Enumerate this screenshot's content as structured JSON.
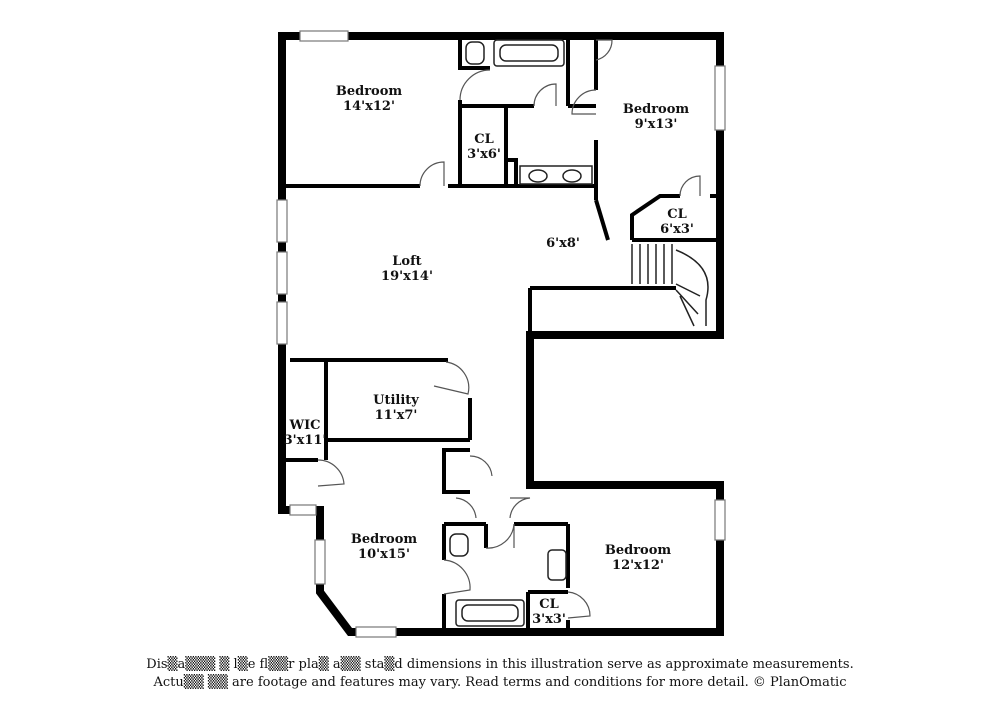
{
  "rooms": {
    "bedroom_nw": {
      "name": "Bedroom",
      "dims": "14'x12'"
    },
    "closet_top": {
      "name": "CL",
      "dims": "3'x6'"
    },
    "bedroom_ne": {
      "name": "Bedroom",
      "dims": "9'x13'"
    },
    "closet_ne": {
      "name": "CL",
      "dims": "6'x3'"
    },
    "hall": {
      "dims": "6'x8'"
    },
    "loft": {
      "name": "Loft",
      "dims": "19'x14'"
    },
    "utility": {
      "name": "Utility",
      "dims": "11'x7'"
    },
    "wic": {
      "name": "WIC",
      "dims": "3'x11'"
    },
    "bedroom_sw": {
      "name": "Bedroom",
      "dims": "10'x15'"
    },
    "bedroom_se": {
      "name": "Bedroom",
      "dims": "12'x12'"
    },
    "closet_se": {
      "name": "CL",
      "dims": "3'x3'"
    }
  },
  "disclaimer": {
    "line1": "Dis▒a▒▒▒ ▒ l▒e fl▒▒r pla▒ a▒▒ sta▒d dimensions in this illustration serve as approximate measurements.",
    "line2": "Actu▒▒ ▒▒ are footage and features may vary. Read terms and conditions for more detail. © PlanOmatic"
  },
  "colors": {
    "wall": "#000000",
    "background": "#ffffff",
    "window": "#9a9a9a"
  }
}
